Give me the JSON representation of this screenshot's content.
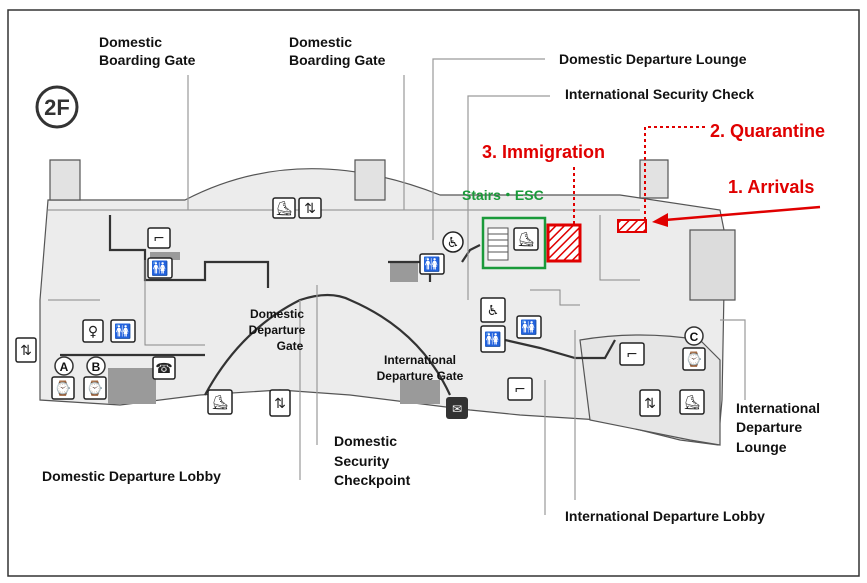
{
  "floor": "2F",
  "labels": {
    "dom_gate_1_l1": "Domestic",
    "dom_gate_1_l2": "Boarding Gate",
    "dom_gate_2_l1": "Domestic",
    "dom_gate_2_l2": "Boarding Gate",
    "dom_dep_lounge": "Domestic Departure Lounge",
    "intl_security": "International  Security Check",
    "dom_dep_gate_l1": "Domestic",
    "dom_dep_gate_l2": "Departure",
    "dom_dep_gate_l3": "Gate",
    "intl_dep_gate_l1": "International",
    "intl_dep_gate_l2": "Departure Gate",
    "dom_security_l1": "Domestic",
    "dom_security_l2": "Security",
    "dom_security_l3": "Checkpoint",
    "dom_dep_lobby": "Domestic Departure Lobby",
    "intl_dep_lobby": "International  Departure Lobby",
    "intl_lounge_l1": "International",
    "intl_lounge_l2": "Departure",
    "intl_lounge_l3": "Lounge"
  },
  "steps": {
    "arrivals": "1. Arrivals",
    "quarantine": "2. Quarantine",
    "immigration": "3. Immigration",
    "stairs": "Stairs・ESC"
  },
  "markers": {
    "a": "A",
    "b": "B",
    "c": "C"
  },
  "colors": {
    "route": "#e00000",
    "stairs_box": "#1a9a3a",
    "walls": "#333333",
    "floor_fill": "#ececec"
  }
}
